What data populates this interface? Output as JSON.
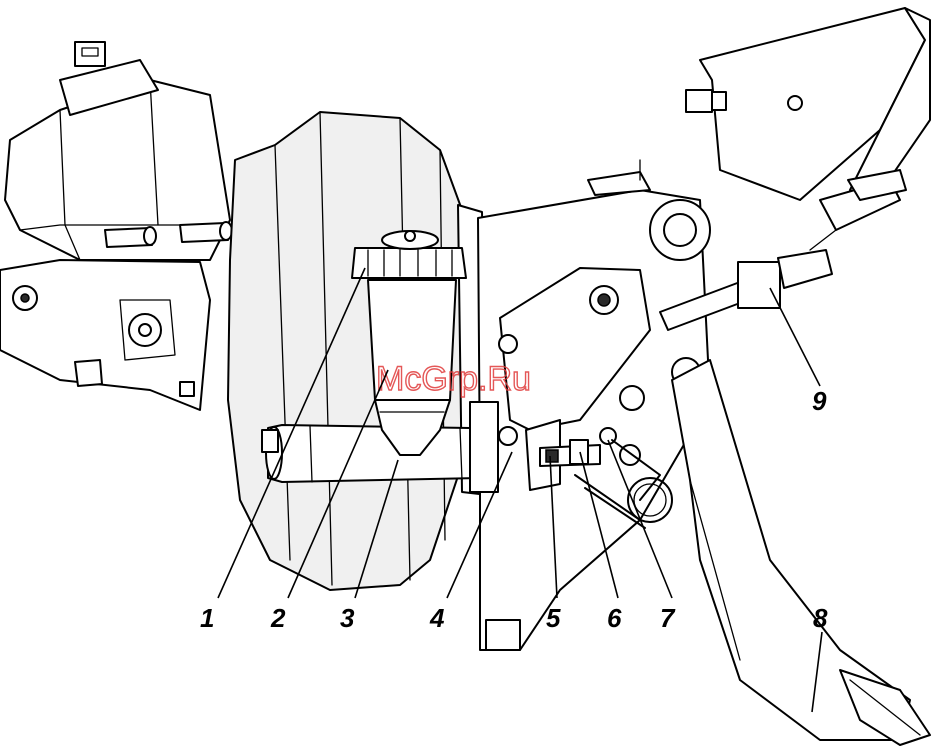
{
  "watermark": "McGrp.Ru",
  "callouts": [
    {
      "id": "1",
      "label": "1"
    },
    {
      "id": "2",
      "label": "2"
    },
    {
      "id": "3",
      "label": "3"
    },
    {
      "id": "4",
      "label": "4"
    },
    {
      "id": "5",
      "label": "5"
    },
    {
      "id": "6",
      "label": "6"
    },
    {
      "id": "7",
      "label": "7"
    },
    {
      "id": "8",
      "label": "8"
    },
    {
      "id": "9",
      "label": "9"
    }
  ]
}
